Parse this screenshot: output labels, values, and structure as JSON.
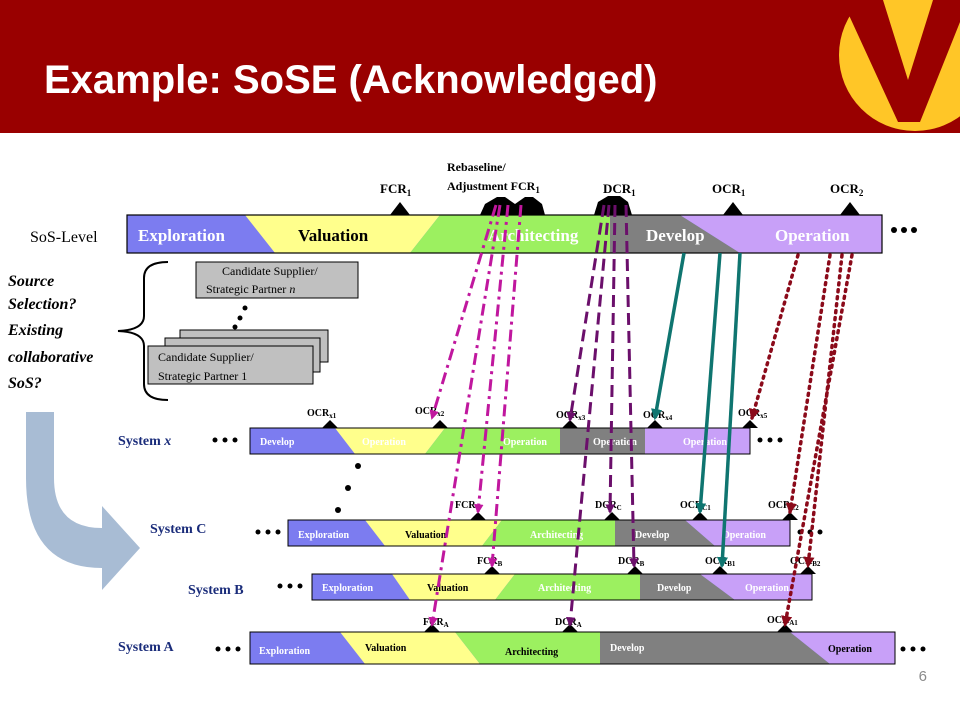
{
  "slide": {
    "title": "Example:  SoSE (Acknowledged)",
    "page_number": "6",
    "header_color": "#990000",
    "logo_colors": [
      "#ffc627",
      "#990000"
    ]
  },
  "sos": {
    "level_label": "SoS-Level",
    "phases": [
      "Exploration",
      "Valuation",
      "Architecting",
      "Develop",
      "Operation"
    ],
    "milestones": {
      "fcr1_main": "FCR",
      "fcr1_sub": "1",
      "rebaseline_line1": "Rebaseline/",
      "rebaseline_line2_main": "Adjustment FCR",
      "rebaseline_line2_sub": "1",
      "dcr1_main": "DCR",
      "dcr1_sub": "1",
      "ocr1_main": "OCR",
      "ocr1_sub": "1",
      "ocr2_main": "OCR",
      "ocr2_sub": "2"
    }
  },
  "source_selection": {
    "question_line1": "Source",
    "question_line2": "Selection?",
    "question_line3": "Existing",
    "question_line4": "collaborative",
    "question_line5": "SoS?",
    "candidate_n_line1": "Candidate Supplier/",
    "candidate_n_line2": "Strategic Partner ",
    "candidate_n_var": "n",
    "candidate_1_line1": "Candidate Supplier/",
    "candidate_1_line2": "Strategic Partner 1"
  },
  "system_x": {
    "label_main": "System ",
    "label_var": "x",
    "segments": [
      "Develop",
      "Operation",
      "Operation",
      "Operation",
      "Operation"
    ],
    "milestones": {
      "ocr_x1_main": "OCR",
      "ocr_x1_sub": "x1",
      "ocr_x2_main": "OCR",
      "ocr_x2_sub": "x2",
      "ocr_x3_main": "OCR",
      "ocr_x3_sub": "x3",
      "ocr_x4_main": "OCR",
      "ocr_x4_sub": "x4",
      "ocr_x5_main": "OCR",
      "ocr_x5_sub": "x5"
    }
  },
  "system_c": {
    "label": "System C",
    "phases": [
      "Exploration",
      "Valuation",
      "Architecting",
      "Develop",
      "Operation"
    ],
    "milestones": {
      "fcr_main": "FCR",
      "fcr_sub": "C",
      "dcr_main": "DCR",
      "dcr_sub": "C",
      "ocr_c1_main": "OCR",
      "ocr_c1_sub": "C1",
      "ocr_c2_main": "OCR",
      "ocr_c2_sub": "C2"
    }
  },
  "system_b": {
    "label": "System B",
    "phases": [
      "Exploration",
      "Valuation",
      "Architecting",
      "Develop",
      "Operation"
    ],
    "milestones": {
      "fcr_main": "FCR",
      "fcr_sub": "B",
      "dcr_main": "DCR",
      "dcr_sub": "B",
      "ocr_b1_main": "OCR",
      "ocr_b1_sub": "B1",
      "ocr_b2_main": "OCR",
      "ocr_b2_sub": "B2"
    }
  },
  "system_a": {
    "label": "System A",
    "phases": [
      "Exploration",
      "Valuation",
      "Architecting",
      "Develop",
      "Operation"
    ],
    "milestones": {
      "fcr_main": "FCR",
      "fcr_sub": "A",
      "dcr_main": "DCR",
      "dcr_sub": "A",
      "ocr_a1_main": "OCR",
      "ocr_a1_sub": "A1"
    }
  },
  "phase_colors": {
    "exploration": "#7c7cf0",
    "valuation": "#ffff8c",
    "architecting": "#9cf060",
    "develop": "#808080",
    "operation": "#c8a0f8"
  },
  "arrow_colors": {
    "dash_dot_magenta": "#c0179e",
    "dashed_purple": "#6b0f6b",
    "solid_teal": "#0f7570",
    "dotted_maroon": "#8b0a1a"
  }
}
